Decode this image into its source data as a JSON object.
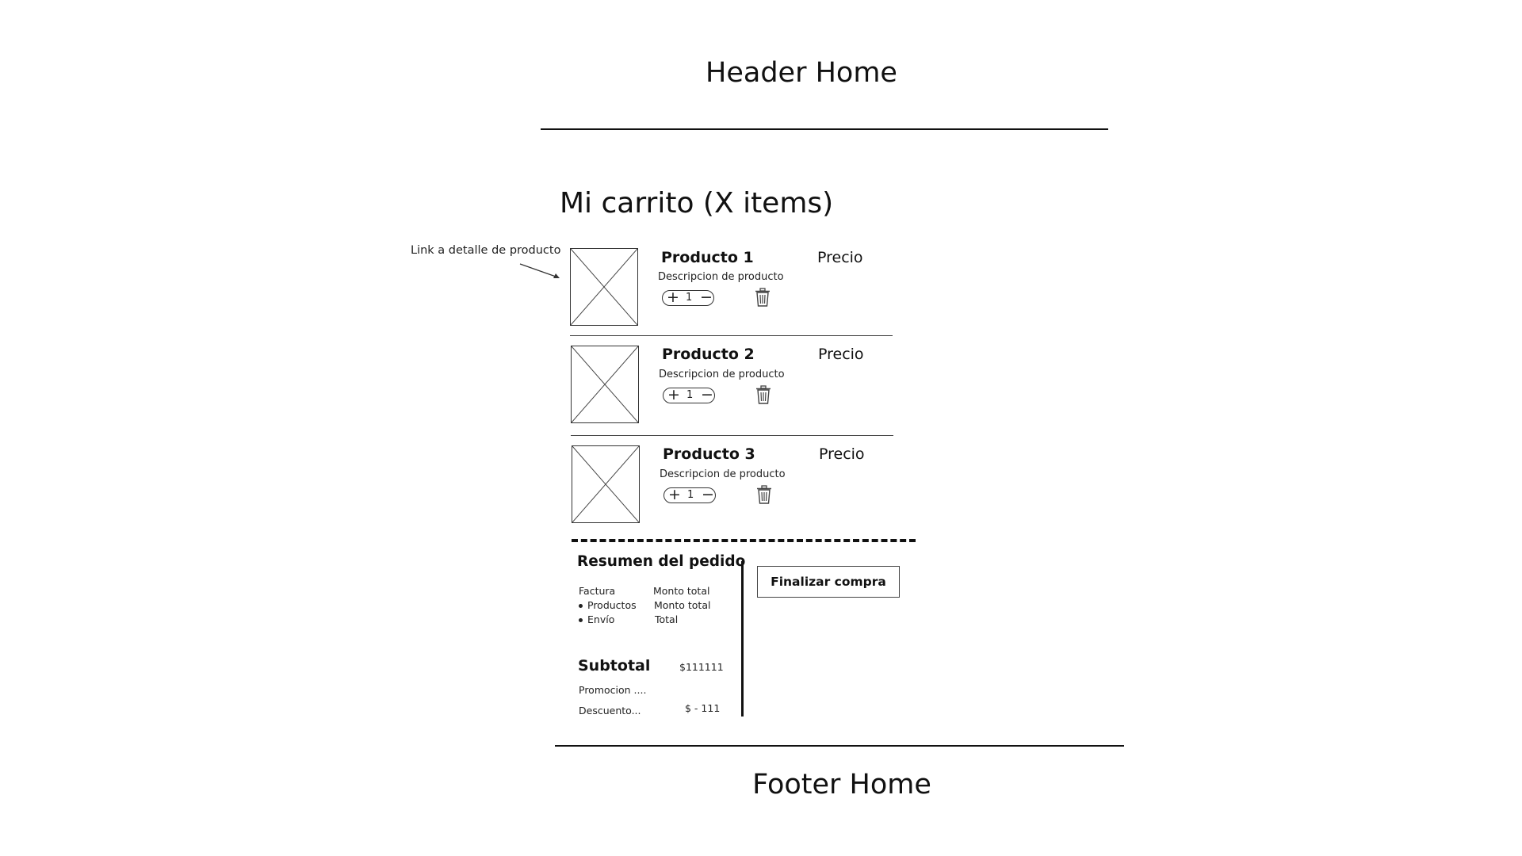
{
  "header": {
    "title": "Header Home"
  },
  "cart": {
    "title": "Mi carrito (X items)"
  },
  "annotation": {
    "text": "Link a detalle de producto"
  },
  "products": [
    {
      "name": "Producto 1",
      "price": "Precio",
      "description": "Descripcion de producto",
      "quantity": "1"
    },
    {
      "name": "Producto 2",
      "price": "Precio",
      "description": "Descripcion de producto",
      "quantity": "1"
    },
    {
      "name": "Producto 3",
      "price": "Precio",
      "description": "Descripcion de producto",
      "quantity": "1"
    }
  ],
  "summary": {
    "title": "Resumen del pedido",
    "rows": [
      {
        "label": "Factura",
        "value": "Monto total"
      },
      {
        "label": "Productos",
        "value": "Monto total"
      },
      {
        "label": "Envío",
        "value": "Total"
      }
    ],
    "subtotal_label": "Subtotal",
    "subtotal_value": "$111111",
    "promo_label": "Promocion ....",
    "discount_label": "Descuento...",
    "discount_value": "$ - 111"
  },
  "checkout": {
    "button_label": "Finalizar compra"
  },
  "footer": {
    "title": "Footer Home"
  },
  "icons": {
    "plus": "plus-icon",
    "minus": "minus-icon",
    "trash": "trash-icon",
    "image": "image-placeholder-icon"
  }
}
